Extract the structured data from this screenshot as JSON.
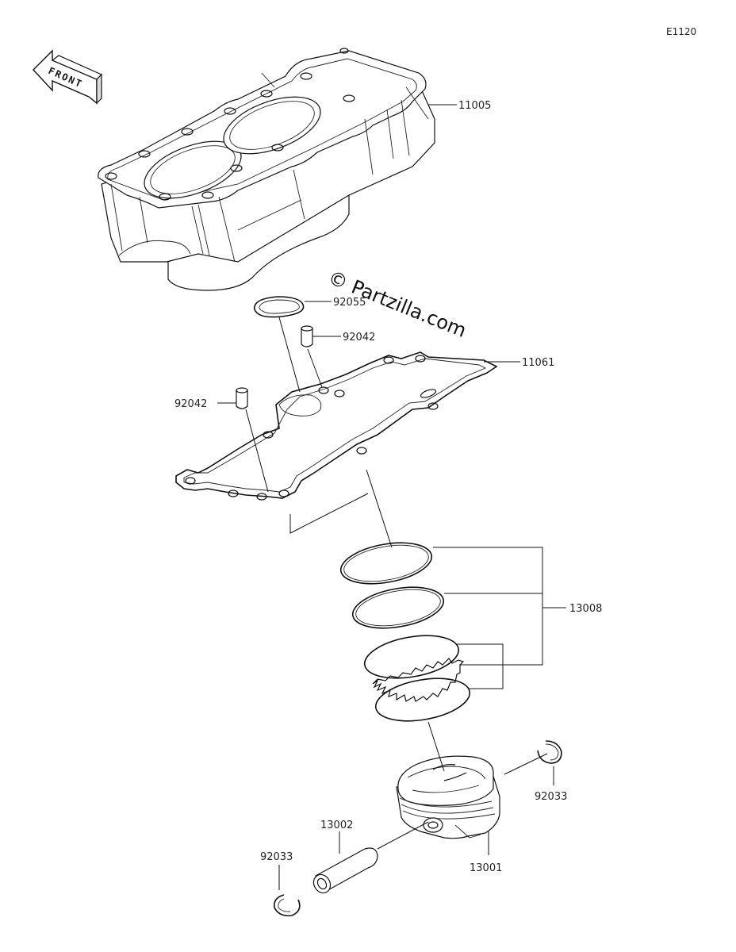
{
  "diagram": {
    "code": "E1120",
    "watermark": "© Partzilla.com",
    "front_badge": "FRONT"
  },
  "labels": {
    "cylinder": "11005",
    "o_ring": "92055",
    "dowel_pin_right": "92042",
    "dowel_pin_left": "92042",
    "gasket": "11061",
    "ring_set": "13008",
    "circlip_right": "92033",
    "piston_pin": "13002",
    "piston": "13001",
    "circlip_left": "92033"
  }
}
